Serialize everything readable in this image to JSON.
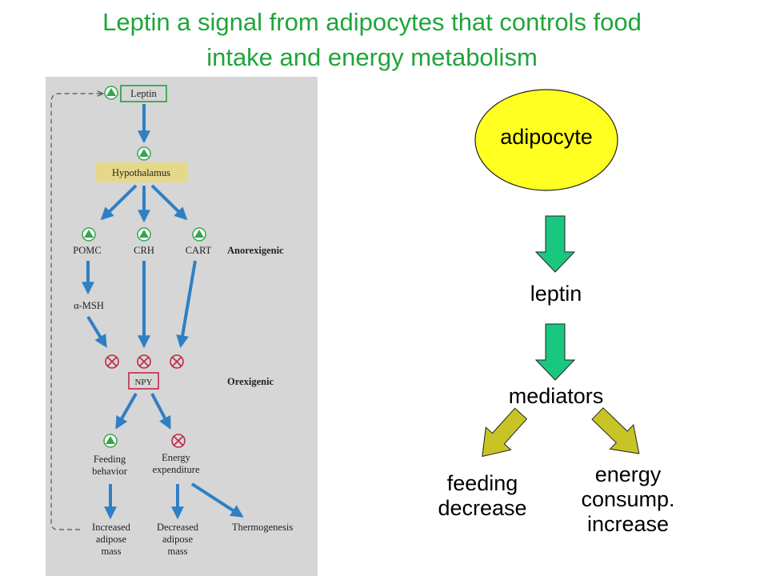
{
  "title": {
    "line1": "Leptin a signal from adipocytes that controls food",
    "line2": "intake and energy metabolism"
  },
  "left_diagram": {
    "nodes": {
      "leptin": "Leptin",
      "hypothalamus": "Hypothalamus",
      "pomc": "POMC",
      "crh": "CRH",
      "cart": "CART",
      "anorexigenic": "Anorexigenic",
      "msh": "α-MSH",
      "npy": "NPY",
      "orexigenic": "Orexigenic",
      "feeding_1": "Feeding",
      "feeding_2": "behavior",
      "energy_1": "Energy",
      "energy_2": "expenditure",
      "inc_1": "Increased",
      "inc_2": "adipose",
      "inc_3": "mass",
      "dec_1": "Decreased",
      "dec_2": "adipose",
      "dec_3": "mass",
      "thermo": "Thermogenesis"
    },
    "colors": {
      "stimulate": "#35a44c",
      "inhibit": "#c0284a",
      "arrow": "#2f7fc4",
      "hypothalamus_fill": "#e6d88a"
    }
  },
  "right_diagram": {
    "adipocyte": "adipocyte",
    "leptin": "leptin",
    "mediators": "mediators",
    "feeding_1": "feeding",
    "feeding_2": "decrease",
    "energy_1": "energy",
    "energy_2": "consump.",
    "energy_3": "increase",
    "colors": {
      "ellipse": "#ffff22",
      "down_arrow": "#19c77f",
      "diag_arrow": "#c8c426"
    }
  }
}
